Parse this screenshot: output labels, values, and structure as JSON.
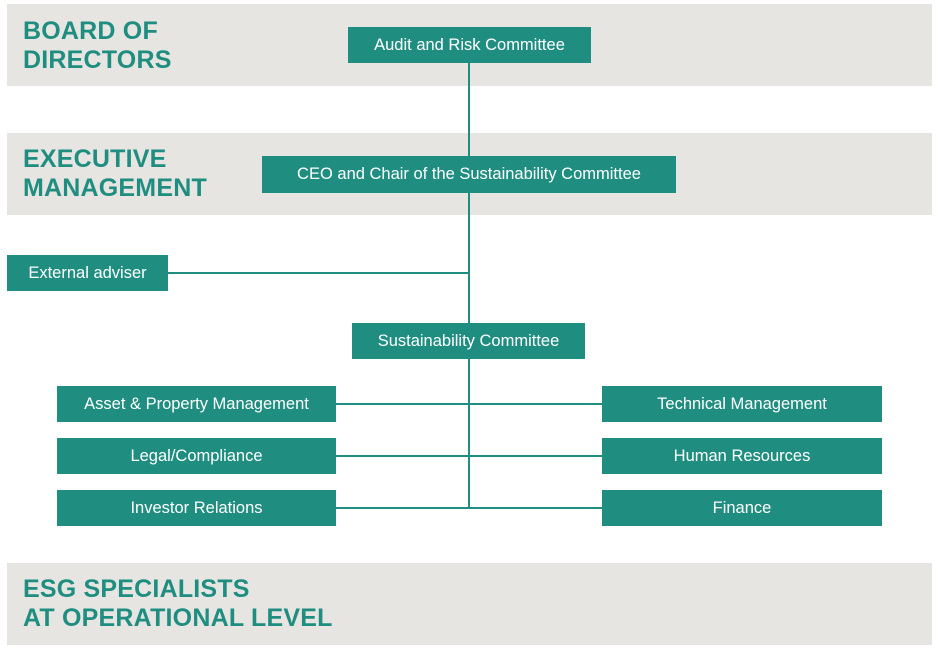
{
  "tiers": {
    "board": {
      "line1": "BOARD OF",
      "line2": "DIRECTORS"
    },
    "executive": {
      "line1": "EXECUTIVE",
      "line2": "MANAGEMENT"
    },
    "operational": {
      "line1": "ESG SPECIALISTS",
      "line2": "AT OPERATIONAL LEVEL"
    }
  },
  "nodes": {
    "audit": "Audit and Risk Committee",
    "ceo": "CEO and Chair of the Sustainability Committee",
    "external": "External adviser",
    "sustainability": "Sustainability Committee",
    "asset": "Asset & Property Management",
    "legal": "Legal/Compliance",
    "investor": "Investor Relations",
    "technical": "Technical Management",
    "hr": "Human Resources",
    "finance": "Finance"
  },
  "colors": {
    "accent": "#1f8e81",
    "band": "#e6e5e1",
    "box_text": "#ffffff"
  }
}
